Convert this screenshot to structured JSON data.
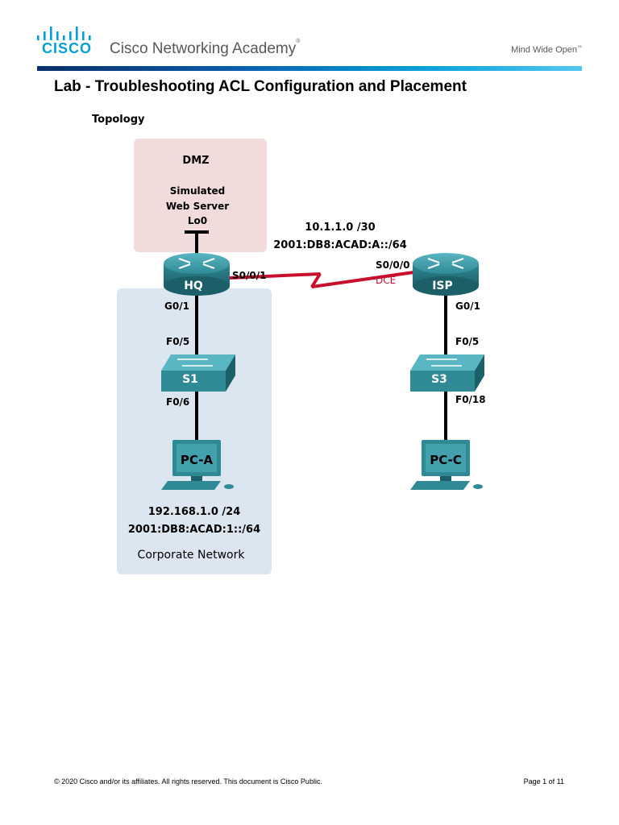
{
  "header": {
    "brand": "CISCO",
    "academy": "Cisco Networking Academy",
    "academy_mark": "®",
    "tagline": "Mind Wide Open",
    "tagline_mark": "™"
  },
  "title": "Lab - Troubleshooting ACL Configuration and Placement",
  "section_heading": "Topology",
  "topology": {
    "dmz": {
      "label": "DMZ",
      "server_line1": "Simulated",
      "server_line2": "Web Server",
      "interface": "Lo0"
    },
    "link": {
      "ipv4": "10.1.1.0 /30",
      "ipv6": "2001:DB8:ACAD:A::/64",
      "hq_interface": "S0/0/1",
      "isp_interface": "S0/0/0",
      "dce": "DCE",
      "color": "#c8102e"
    },
    "hq": {
      "name": "HQ",
      "g_port": "G0/1"
    },
    "isp": {
      "name": "ISP",
      "g_port": "G0/1"
    },
    "s1": {
      "name": "S1",
      "up_port": "F0/5",
      "down_port": "F0/6"
    },
    "s3": {
      "name": "S3",
      "up_port": "F0/5",
      "down_port": "F0/18"
    },
    "pc_a": {
      "name": "PC-A"
    },
    "pc_c": {
      "name": "PC-C"
    },
    "corporate": {
      "ipv4": "192.168.1.0 /24",
      "ipv6": "2001:DB8:ACAD:1::/64",
      "label": "Corporate Network"
    },
    "colors": {
      "dmz_fill": "#f2dcdb",
      "corporate_fill": "#dce6f1",
      "device": "#2f8a96"
    }
  },
  "footer": {
    "copyright": "© 2020 Cisco and/or its affiliates. All rights reserved. This document is Cisco Public.",
    "page": "Page 1 of 11"
  }
}
